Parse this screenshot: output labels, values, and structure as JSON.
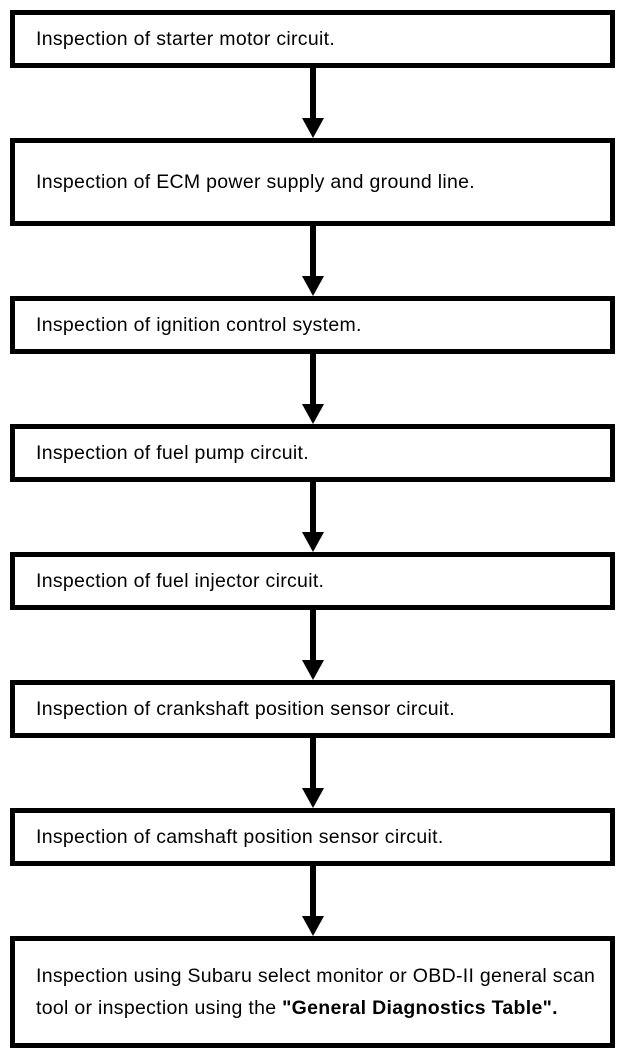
{
  "diagram": {
    "type": "flowchart",
    "direction": "top-down",
    "colors": {
      "background": "#ffffff",
      "box_border": "#000000",
      "text": "#000000",
      "arrow": "#000000"
    },
    "steps": [
      {
        "label": "Inspection of starter motor circuit."
      },
      {
        "label": "Inspection of ECM power supply and ground line."
      },
      {
        "label": "Inspection of ignition control system."
      },
      {
        "label": "Inspection of fuel pump circuit."
      },
      {
        "label": "Inspection of fuel injector circuit."
      },
      {
        "label": "Inspection of crankshaft position sensor circuit."
      },
      {
        "label": "Inspection of camshaft position sensor circuit."
      },
      {
        "label_prefix": "Inspection using Subaru select monitor or OBD-II general scan tool or inspection using the ",
        "label_bold": "\"General Diagnostics Table\"."
      }
    ]
  }
}
